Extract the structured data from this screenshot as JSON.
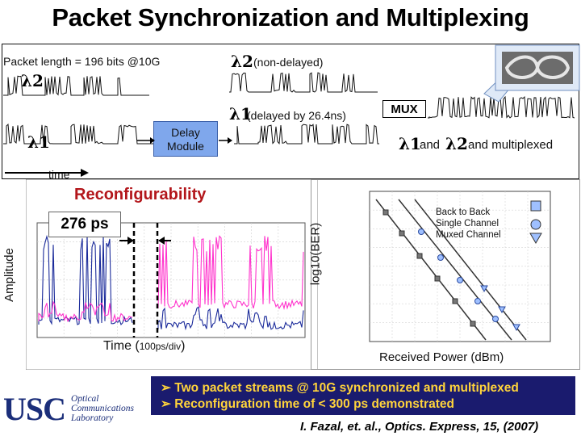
{
  "title": "Packet Synchronization and Multiplexing",
  "top_panel": {
    "packet_length": "Packet length = 196 bits @10G",
    "lambda2_label": "λ2",
    "lambda2_non_delayed": "(non-delayed)",
    "lambda1_label": "λ1",
    "lambda1_delayed": "(delayed by 26.4ns)",
    "delay_module": "Delay Module",
    "mux": "MUX",
    "multiplexed": "and",
    "multiplexed_tail": "and multiplexed",
    "time": "time"
  },
  "left_plot": {
    "heading": "Reconfigurability",
    "badge": "276 ps",
    "ylabel": "Amplitude",
    "xlabel_main": "Time (",
    "xlabel_unit": "100ps/div",
    "xlabel_close": ")"
  },
  "right_plot": {
    "ylabel": "log10(BER)",
    "xlabel": "Received Power (dBm)",
    "legend": [
      "Back to Back",
      "Single Channel",
      "Muxed Channel"
    ]
  },
  "bullets": [
    "Two packet streams @ 10G synchronized and multiplexed",
    "Reconfiguration time of < 300 ps demonstrated"
  ],
  "citation": "I. Fazal, et. al., Optics. Express, 15, (2007)",
  "logo": {
    "text": "USC",
    "sub": [
      "Optical",
      "Communications",
      "Laboratory"
    ]
  },
  "colors": {
    "bullet_bg": "#1a1b6e",
    "bullet_text": "#ffd43b",
    "trace_blue": "#1a2a9a",
    "trace_magenta": "#ff33cc",
    "delay_box": "#7fa7ec"
  }
}
